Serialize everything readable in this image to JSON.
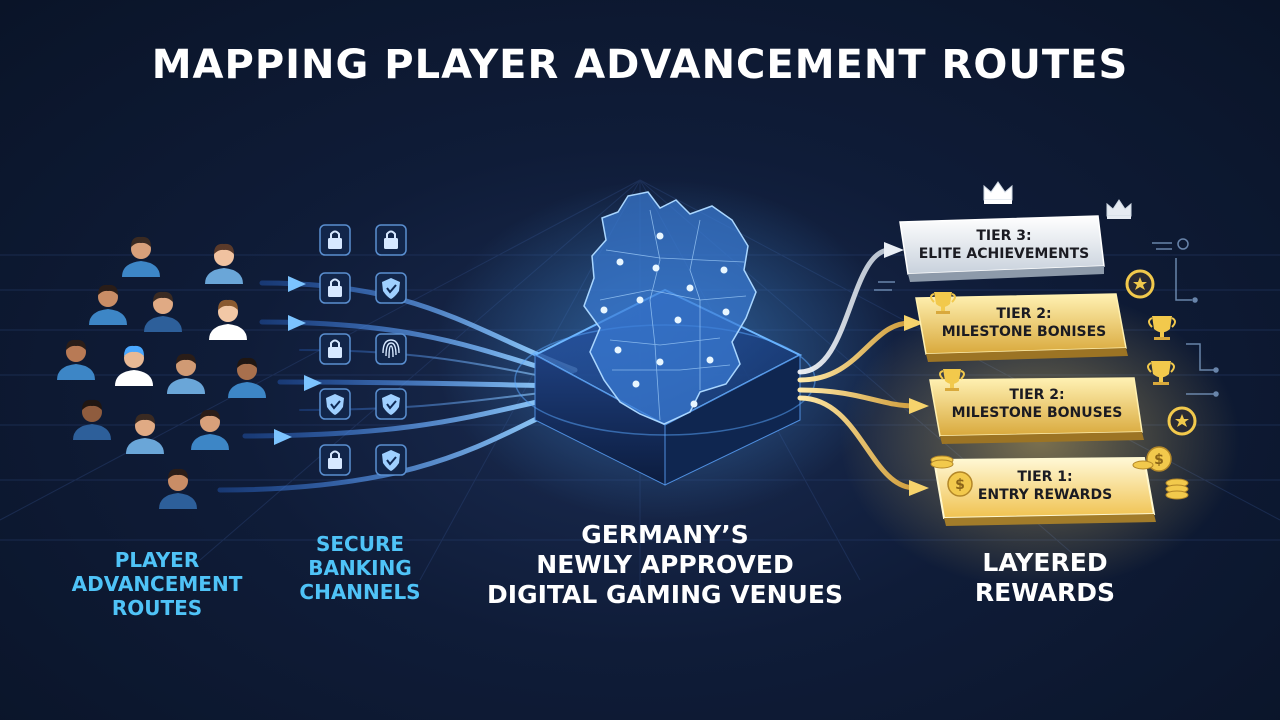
{
  "title": "MAPPING PLAYER ADVANCEMENT ROUTES",
  "columns": {
    "players": {
      "lines": [
        "PLAYER",
        "ADVANCEMENT",
        "ROUTES"
      ],
      "color": "#4fc3f7"
    },
    "banking": {
      "lines": [
        "SECURE",
        "BANKING",
        "CHANNELS"
      ],
      "color": "#4fc3f7"
    },
    "venues": {
      "lines": [
        "GERMANY’S",
        "NEWLY APPROVED",
        "DIGITAL GAMING VENUES"
      ],
      "color": "#ffffff"
    },
    "rewards": {
      "lines": [
        "LAYERED",
        "REWARDS"
      ],
      "color": "#ffffff"
    }
  },
  "tiers": [
    {
      "lines": [
        "TIER 3:",
        "ELITE ACHIEVEMENTS"
      ],
      "style": "silver"
    },
    {
      "lines": [
        "TIER 2:",
        "MILESTONE BONISES"
      ],
      "style": "gold"
    },
    {
      "lines": [
        "TIER 2:",
        "MILESTONE BONUSES"
      ],
      "style": "gold"
    },
    {
      "lines": [
        "TIER 1:",
        "ENTRY REWARDS"
      ],
      "style": "gold-bright"
    }
  ],
  "security_icons": [
    "lock-icon",
    "lock-icon",
    "lock-icon",
    "shield-check-icon",
    "lock-icon",
    "fingerprint-icon",
    "shield-check-icon",
    "shield-check-icon",
    "lock-icon",
    "shield-check-icon"
  ],
  "reward_icons": [
    "crown-icon",
    "crown-icon",
    "trophy-icon",
    "trophy-icon",
    "trophy-icon",
    "star-medal-icon",
    "star-medal-icon",
    "coin-stack-icon",
    "coin-stack-icon"
  ],
  "colors": {
    "accent_blue": "#4fc3f7",
    "gold": "#f2c94c",
    "silver": "#dfe6ef",
    "background": "#0f1c38"
  }
}
